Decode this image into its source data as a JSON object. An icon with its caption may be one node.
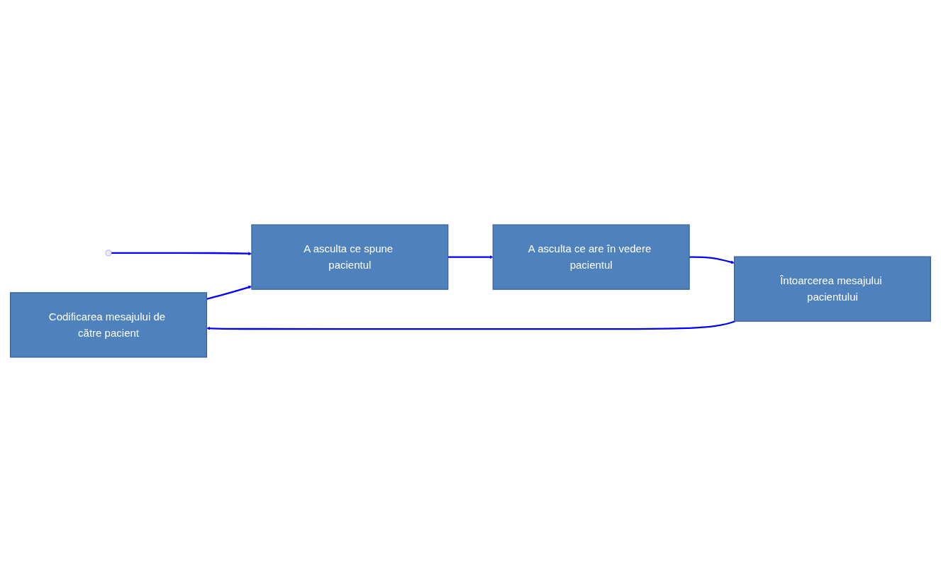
{
  "diagram": {
    "nodes": [
      {
        "text": [
          "Codificarea mesajului de către pacient"
        ]
      },
      {
        "text": [
          "A asculta ce spune pacientul"
        ]
      },
      {
        "text": [
          "Întoarcerea mesajului pacientului"
        ]
      },
      {
        "text": [
          "A asculta ce are în vedere pacientul"
        ]
      }
    ],
    "edges": [
      {
        "from": null,
        "to": 1,
        "arrow": "to"
      },
      {
        "from": 0,
        "to": 1,
        "arrow": "to"
      },
      {
        "from": 1,
        "to": 3,
        "arrow": "to"
      },
      {
        "from": 3,
        "to": 2,
        "arrow": "to"
      },
      {
        "from": 2,
        "to": 0,
        "arrow": "to"
      }
    ]
  }
}
